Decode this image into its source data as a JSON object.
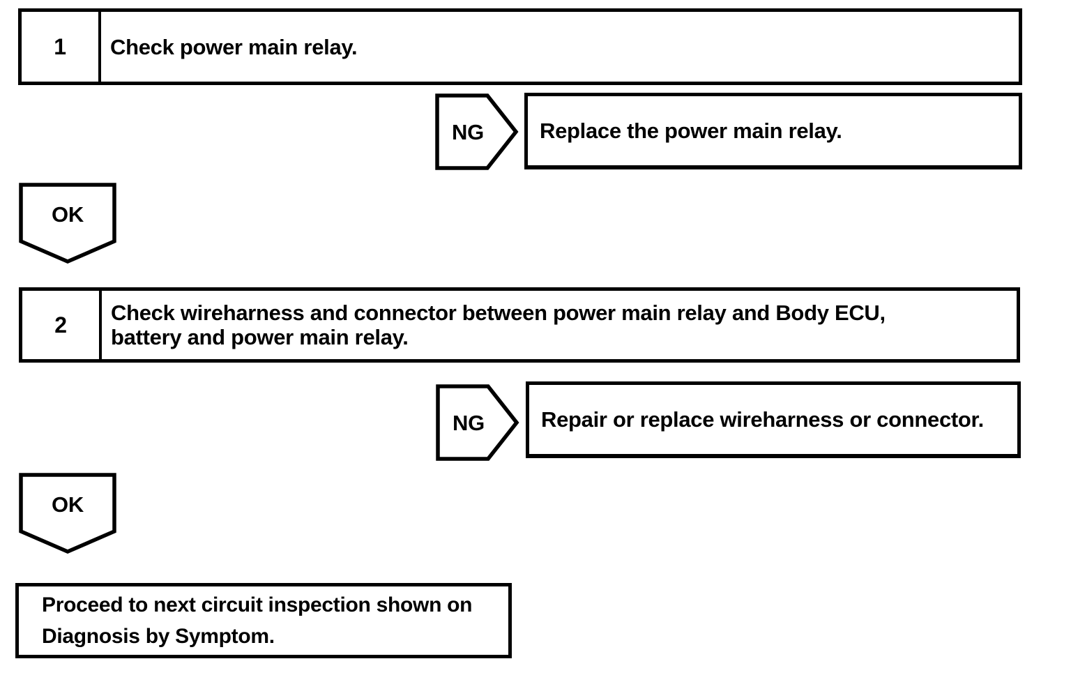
{
  "page": {
    "background": "#ffffff",
    "line_color": "#000000",
    "text_color": "#000000"
  },
  "flowchart": {
    "steps": [
      {
        "number": "1",
        "instruction": "Check power main relay.",
        "ng_label": "NG",
        "ng_action": "Replace the power main relay.",
        "ok_label": "OK"
      },
      {
        "number": "2",
        "instruction": "Check wireharness and connector between power main relay and Body ECU,\nbattery and power main relay.",
        "ng_label": "NG",
        "ng_action": "Repair or replace wireharness or connector.",
        "ok_label": "OK"
      }
    ],
    "final_action": "Proceed to next circuit inspection shown on\nDiagnosis by Symptom."
  }
}
